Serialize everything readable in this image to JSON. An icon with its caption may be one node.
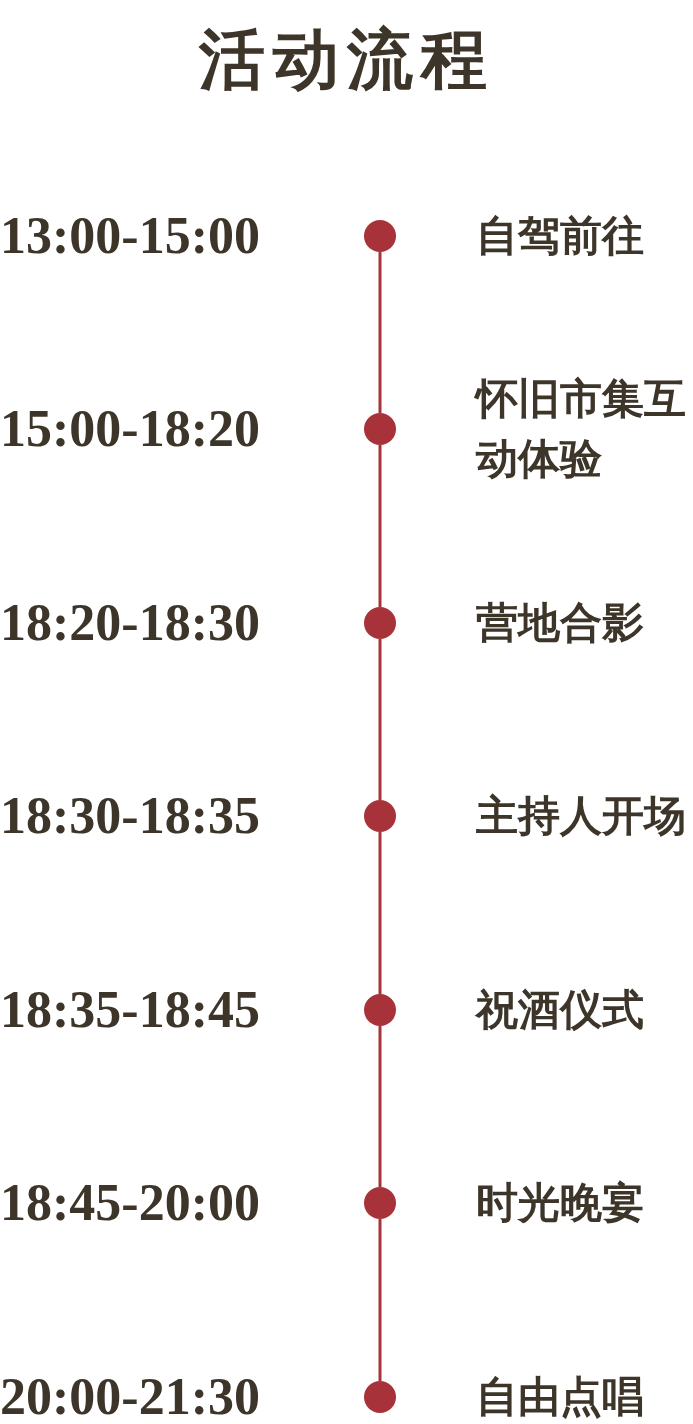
{
  "diagram": {
    "title": "活动流程",
    "nodes": [
      {
        "text": [],
        "shape": "circle",
        "beside": [
          "13:00-15:00",
          "自驾前往"
        ]
      },
      {
        "text": [],
        "shape": "circle",
        "beside": [
          "15:00-18:20",
          "怀旧市集互动体验"
        ]
      },
      {
        "text": [],
        "shape": "circle",
        "beside": [
          "18:20-18:30",
          "营地合影"
        ]
      },
      {
        "text": [],
        "shape": "circle",
        "beside": [
          "18:30-18:35",
          "主持人开场"
        ]
      },
      {
        "text": [],
        "shape": "circle",
        "beside": [
          "18:35-18:45",
          "祝酒仪式"
        ]
      },
      {
        "text": [],
        "shape": "circle",
        "beside": [
          "18:45-20:00",
          "时光晚宴"
        ]
      },
      {
        "text": [],
        "shape": "circle",
        "beside": [
          "20:00-21:30",
          "自由点唱"
        ]
      }
    ],
    "edges": [
      {
        "from": 0,
        "to": 1,
        "arrow": "none"
      },
      {
        "from": 1,
        "to": 2,
        "arrow": "none"
      },
      {
        "from": 2,
        "to": 3,
        "arrow": "none"
      },
      {
        "from": 3,
        "to": 4,
        "arrow": "none"
      },
      {
        "from": 4,
        "to": 5,
        "arrow": "none"
      },
      {
        "from": 5,
        "to": 6,
        "arrow": "none"
      }
    ]
  }
}
